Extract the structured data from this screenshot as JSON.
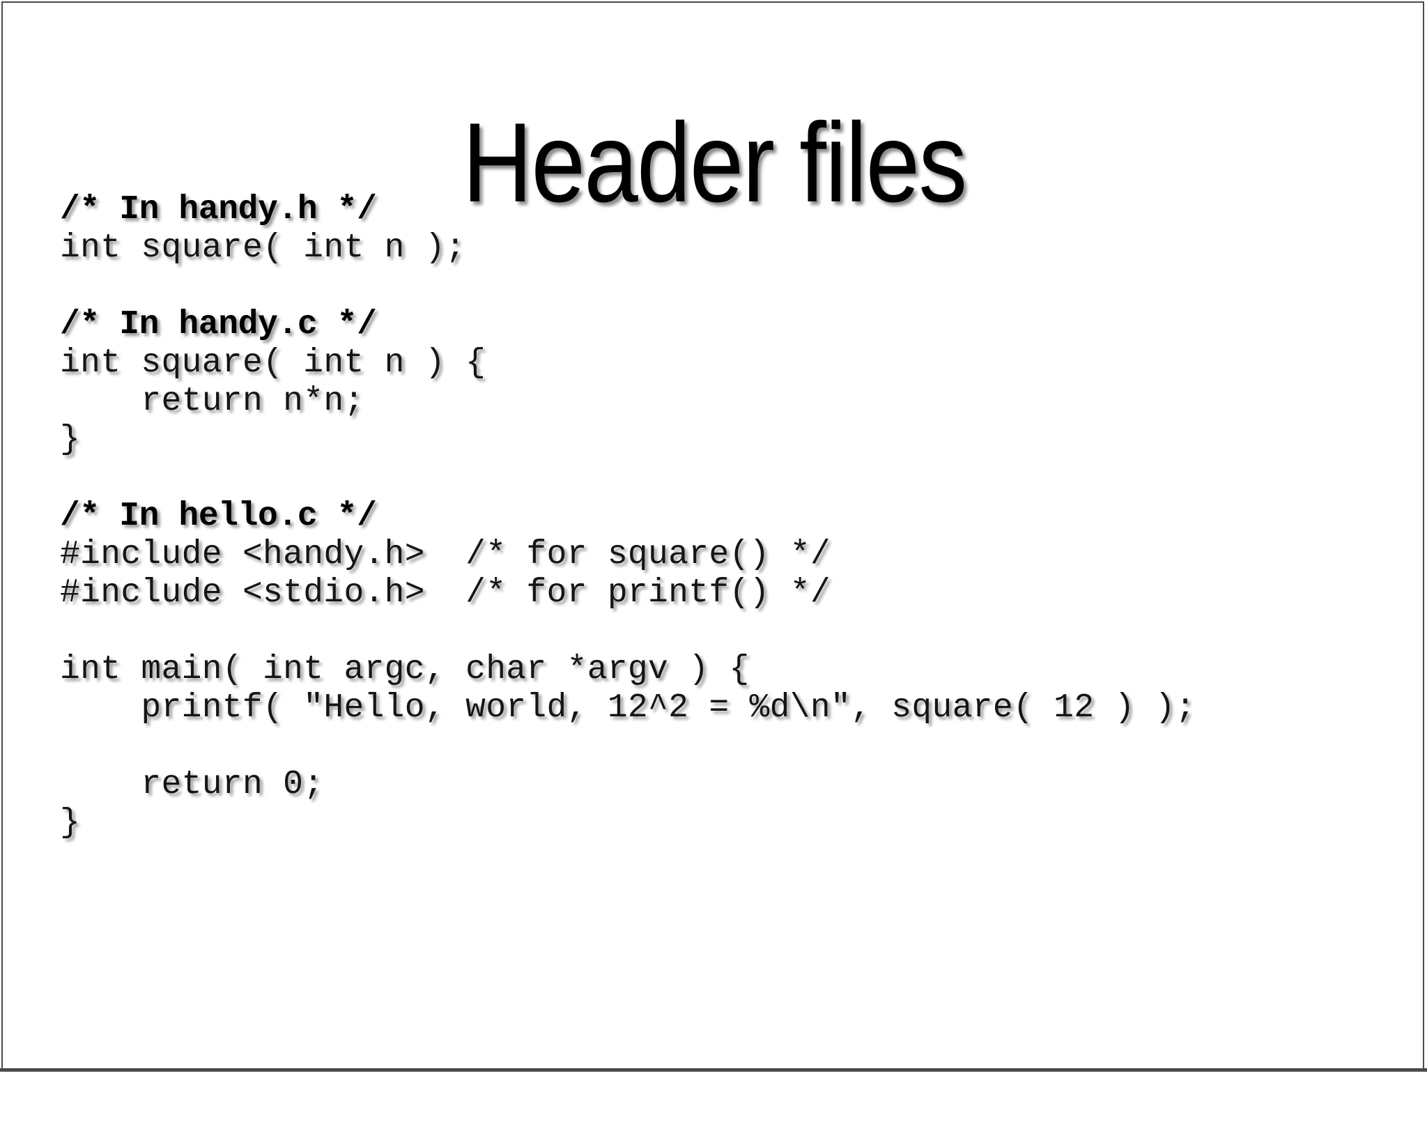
{
  "slide": {
    "title": "Header files",
    "background_color": "#ffffff",
    "text_color": "#151515",
    "border_color": "#4a4a4f"
  },
  "code_lines": [
    {
      "text": "/* In handy.h */",
      "style": "comment-head"
    },
    {
      "text": "int square( int n );",
      "style": "code"
    },
    {
      "text": "",
      "style": "blank"
    },
    {
      "text": "/* In handy.c */",
      "style": "comment-head"
    },
    {
      "text": "int square( int n ) {",
      "style": "code"
    },
    {
      "text": "    return n*n;",
      "style": "code"
    },
    {
      "text": "}",
      "style": "code"
    },
    {
      "text": "",
      "style": "blank"
    },
    {
      "text": "/* In hello.c */",
      "style": "comment-head"
    },
    {
      "text": "#include <handy.h>  /* for square() */",
      "style": "code"
    },
    {
      "text": "#include <stdio.h>  /* for printf() */",
      "style": "code"
    },
    {
      "text": "",
      "style": "blank"
    },
    {
      "text": "int main( int argc, char *argv ) {",
      "style": "code"
    },
    {
      "text": "    printf( \"Hello, world, 12^2 = %d\\n\", square( 12 ) );",
      "style": "code"
    },
    {
      "text": "",
      "style": "blank"
    },
    {
      "text": "    return 0;",
      "style": "code"
    },
    {
      "text": "}",
      "style": "code"
    }
  ]
}
